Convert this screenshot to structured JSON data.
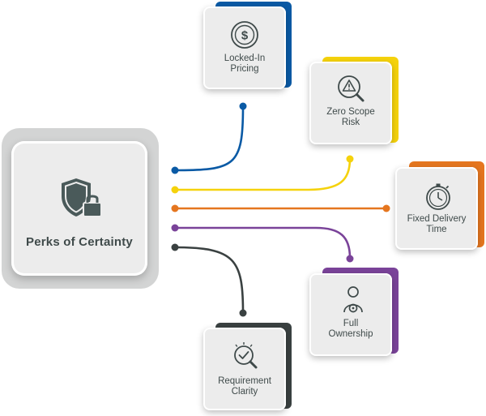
{
  "hub": {
    "title": "Perks of Certainty",
    "icon": "shield-lock-icon"
  },
  "perks": [
    {
      "line1": "Locked-In",
      "line2": "Pricing",
      "icon": "dollar-coin-icon",
      "color": "#0a5aa5"
    },
    {
      "line1": "Zero Scope",
      "line2": "Risk",
      "icon": "warning-magnifier-icon",
      "color": "#f5d20c"
    },
    {
      "line1": "Fixed Delivery",
      "line2": "Time",
      "icon": "stopwatch-icon",
      "color": "#e5761f"
    },
    {
      "line1": "Full",
      "line2": "Ownership",
      "icon": "user-gear-icon",
      "color": "#7a4399"
    },
    {
      "line1": "Requirement",
      "line2": "Clarity",
      "icon": "check-magnifier-icon",
      "color": "#3a4141"
    }
  ]
}
